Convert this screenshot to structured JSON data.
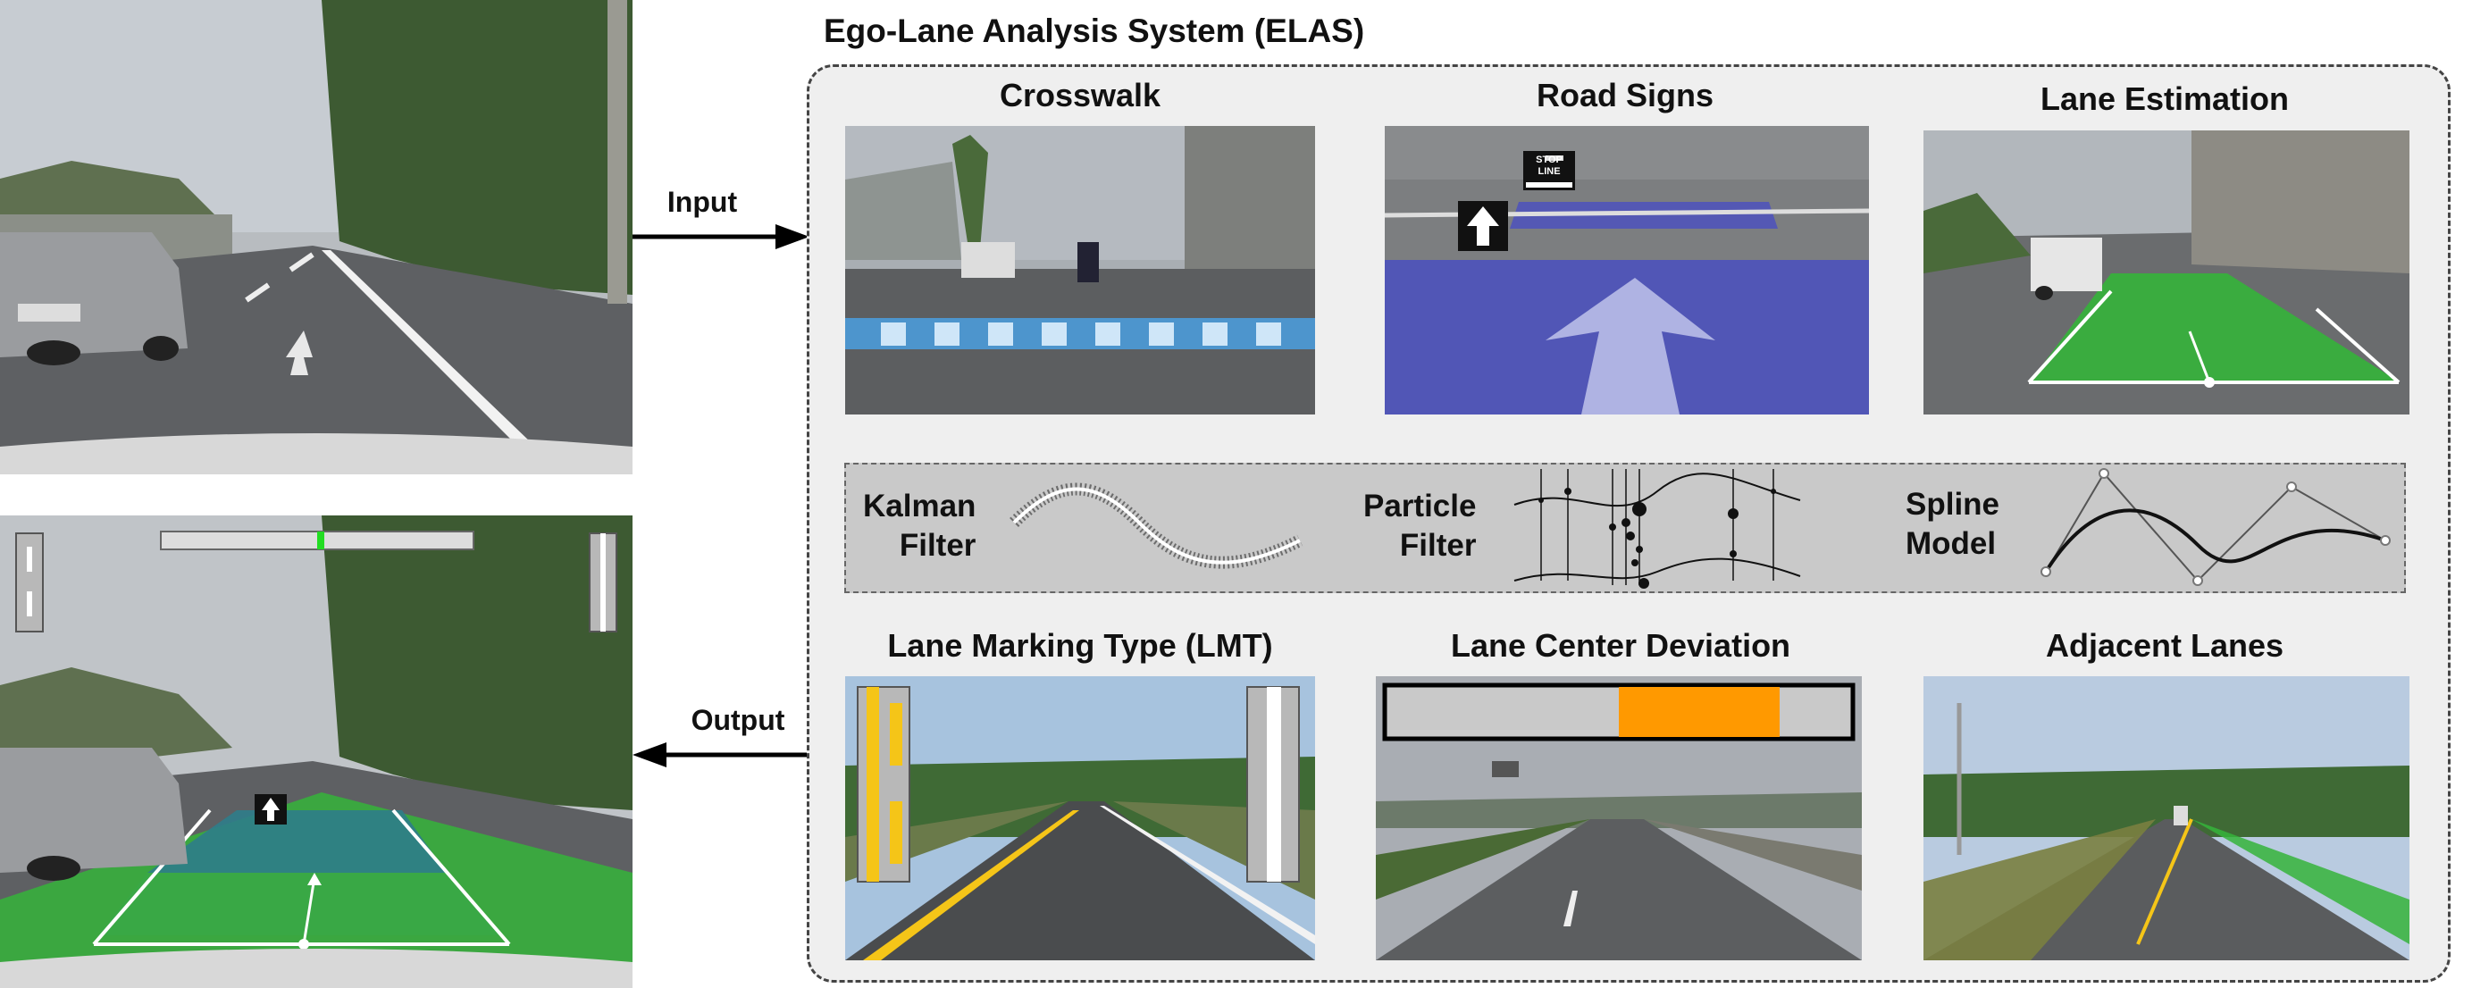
{
  "system_title": "Ego-Lane Analysis System (ELAS)",
  "arrows": {
    "input_label": "Input",
    "output_label": "Output"
  },
  "panels": {
    "crosswalk": "Crosswalk",
    "road_signs": "Road Signs",
    "lane_estimation": "Lane Estimation",
    "lmt": "Lane Marking Type (LMT)",
    "lane_center_deviation": "Lane Center Deviation",
    "adjacent_lanes": "Adjacent Lanes"
  },
  "models": {
    "kalman": "Kalman\nFilter",
    "particle": "Particle\nFilter",
    "spline": "Spline\nModel"
  },
  "road_sign_text": "STOP\nLINE",
  "colors": {
    "lane_green": "#35b43a",
    "crosswalk_blue": "#4a9fe0",
    "road_sign_purple": "#4a4fc0",
    "lmt_yellow": "#f5c518",
    "deviation_orange": "#ff9900",
    "indicator_green": "#22dd22"
  }
}
